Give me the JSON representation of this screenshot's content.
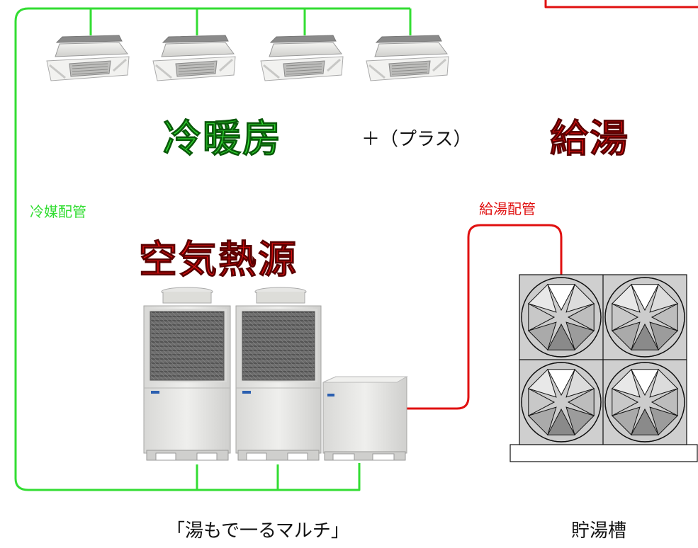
{
  "colors": {
    "refrigerant": "#33dd33",
    "hot_water": "#e01010",
    "text_dark": "#111111"
  },
  "labels": {
    "heating_cooling": "冷暖房",
    "plus": "＋（プラス）",
    "hot_water_supply": "給湯",
    "refrigerant_piping": "冷媒配管",
    "hot_water_piping": "給湯配管",
    "air_heat_source": "空気熱源",
    "system_name": "「湯もで一るマルチ」",
    "storage_tank": "貯湯槽"
  },
  "indoor_units": [
    {
      "icon": "ceiling-cassette-icon"
    },
    {
      "icon": "ceiling-cassette-icon"
    },
    {
      "icon": "ceiling-cassette-icon"
    },
    {
      "icon": "ceiling-cassette-icon"
    }
  ],
  "outdoor_units": [
    {
      "icon": "outdoor-heat-pump-icon"
    },
    {
      "icon": "outdoor-heat-pump-icon"
    },
    {
      "icon": "hydro-box-icon"
    }
  ],
  "tank_fans": [
    {
      "icon": "fan-icon"
    },
    {
      "icon": "fan-icon"
    },
    {
      "icon": "fan-icon"
    },
    {
      "icon": "fan-icon"
    }
  ]
}
